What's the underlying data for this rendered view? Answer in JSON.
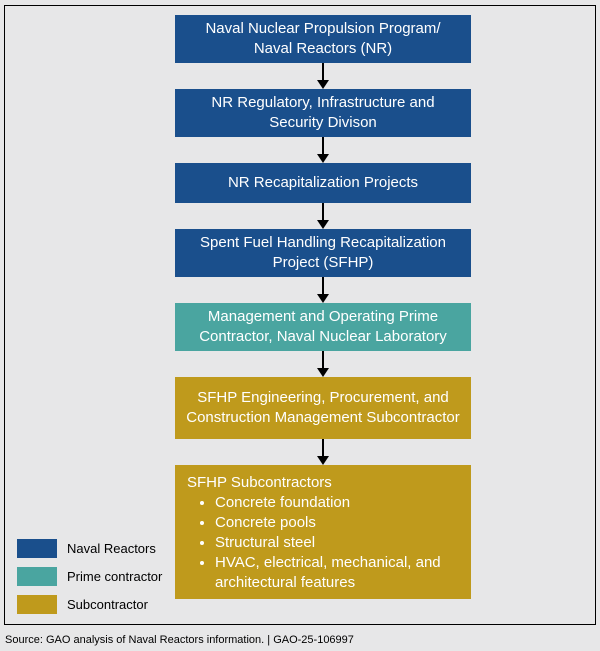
{
  "colors": {
    "navy": "#1a4f8c",
    "teal": "#4aa5a0",
    "gold": "#bf9a1c",
    "background": "#e7e7e8",
    "arrow": "#000000"
  },
  "flow": {
    "boxes": [
      {
        "label": "Naval Nuclear Propulsion Program/ Naval Reactors (NR)",
        "type": "navy"
      },
      {
        "label": "NR Regulatory, Infrastructure and Security Divison",
        "type": "navy"
      },
      {
        "label": "NR Recapitalization Projects",
        "type": "navy"
      },
      {
        "label": "Spent Fuel Handling Recapitalization Project (SFHP)",
        "type": "navy"
      },
      {
        "label": "Management and Operating Prime Contractor, Naval Nuclear Laboratory",
        "type": "teal"
      },
      {
        "label": "SFHP Engineering, Procurement, and Construction Management Subcontractor",
        "type": "gold"
      },
      {
        "label": "SFHP Subcontractors",
        "type": "gold",
        "bullets": [
          "Concrete foundation",
          "Concrete pools",
          "Structural steel",
          "HVAC, electrical, mechanical, and architectural features"
        ]
      }
    ]
  },
  "legend": {
    "items": [
      {
        "label": "Naval Reactors",
        "color_key": "navy"
      },
      {
        "label": "Prime contractor",
        "color_key": "teal"
      },
      {
        "label": "Subcontractor",
        "color_key": "gold"
      }
    ]
  },
  "source": "Source: GAO analysis of Naval Reactors information.  |  GAO-25-106997"
}
